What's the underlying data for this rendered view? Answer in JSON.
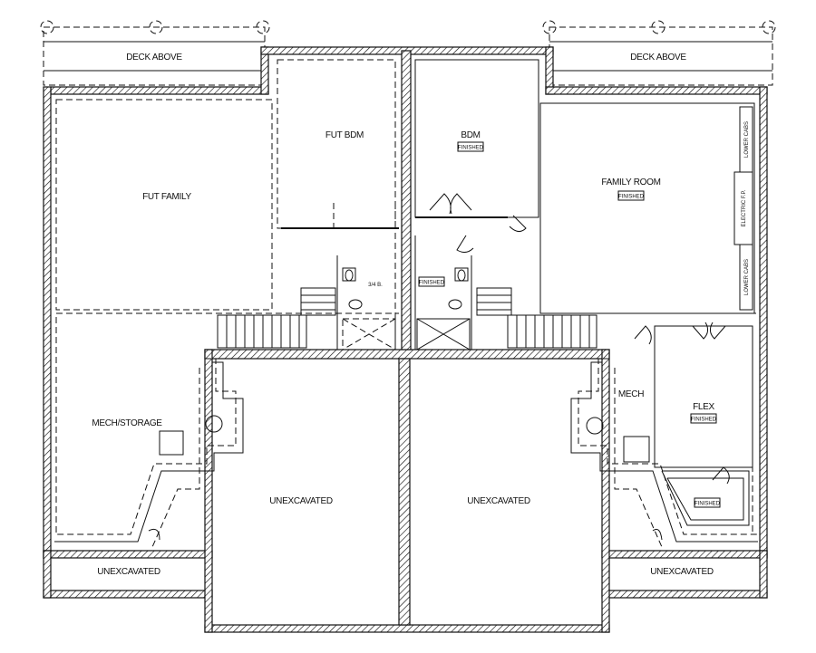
{
  "rooms": {
    "deck_above_left": "DECK ABOVE",
    "deck_above_right": "DECK ABOVE",
    "fut_family": "FUT FAMILY",
    "fut_bdm": "FUT BDM",
    "bdm": "BDM",
    "family_room": "FAMILY ROOM",
    "three_quarter_bath": "3/4 B.",
    "mech_storage": "MECH/STORAGE",
    "unexcavated_center_left": "UNEXCAVATED",
    "unexcavated_center_right": "UNEXCAVATED",
    "unexcavated_bottom_left": "UNEXCAVATED",
    "unexcavated_bottom_right": "UNEXCAVATED",
    "mech": "MECH",
    "flex": "FLEX"
  },
  "badges": {
    "bdm": "FINISHED",
    "family_room": "FINISHED",
    "bath": "FINISHED",
    "flex": "FINISHED",
    "bottom_right": "FINISHED"
  },
  "fixtures": {
    "lower_cabs_top": "LOWER CABS",
    "electric_fp": "ELECTRIC F.P.",
    "lower_cabs_bottom": "LOWER CABS"
  }
}
